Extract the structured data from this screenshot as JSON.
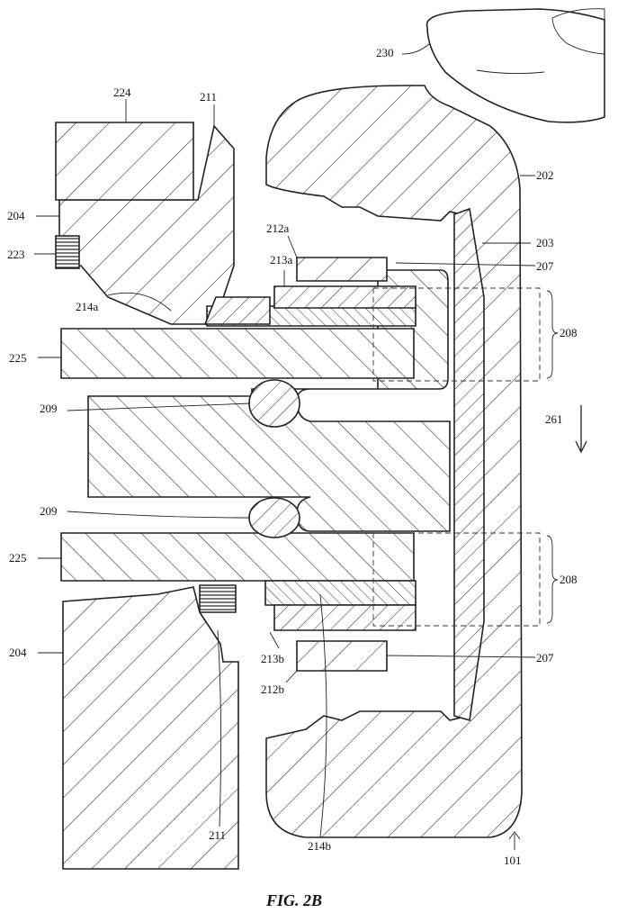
{
  "figure": {
    "caption": "FIG. 2B",
    "labels": {
      "l230": "230",
      "l224": "224",
      "l211_top": "211",
      "l202": "202",
      "l204_top": "204",
      "l212a": "212a",
      "l203": "203",
      "l223": "223",
      "l213a": "213a",
      "l207_top": "207",
      "l214a": "214a",
      "l208_top": "208",
      "l225_top": "225",
      "l209_top": "209",
      "l261": "261",
      "l209_bot": "209",
      "l225_bot": "225",
      "l208_bot": "208",
      "l204_bot": "204",
      "l213b": "213b",
      "l207_bot": "207",
      "l212b": "212b",
      "l211_bot": "211",
      "l214b": "214b",
      "l101": "101"
    }
  }
}
